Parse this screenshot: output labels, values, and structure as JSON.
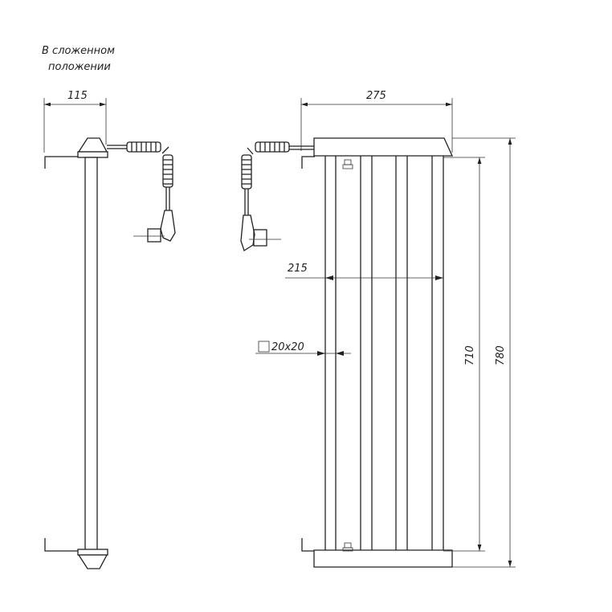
{
  "caption": {
    "line1": "В сложенном",
    "line2": "положении"
  },
  "dimensions": {
    "folded_depth": "115",
    "total_width": "275",
    "bar_span": "215",
    "profile": "20x20",
    "bar_height": "710",
    "total_height": "780"
  },
  "colors": {
    "line": "#222222",
    "background": "#ffffff"
  }
}
